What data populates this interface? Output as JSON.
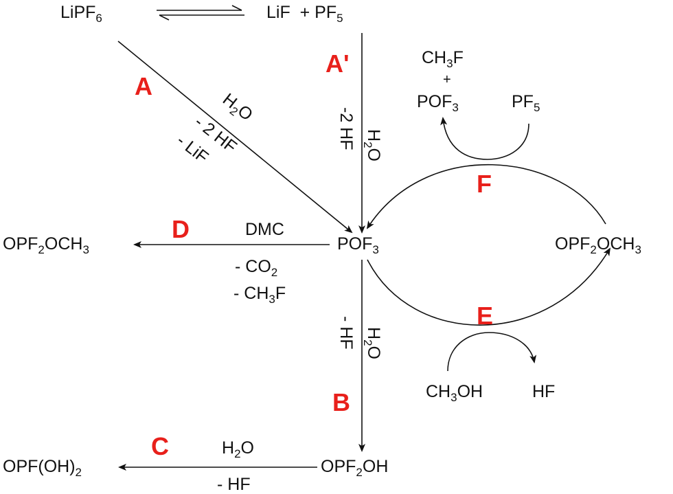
{
  "species": {
    "lipf6": "LiPF6",
    "lif_pf5": "LiF  + PF5",
    "ch3f": "CH3F",
    "plus": "+",
    "pof3_top": "POF3",
    "pf5_right": "PF5",
    "pof3_center": "POF3",
    "opf2och3_left": "OPF2OCH3",
    "opf2och3_right": "OPF2OCH3",
    "ch3oh": "CH3OH",
    "hf_right": "HF",
    "opf2oh": "OPF2OH",
    "opfoh2": "OPF(OH)2"
  },
  "conditions": {
    "a_h2o": "H2O",
    "a_minus_2hf": "- 2 HF",
    "a_minus_lif": "- LiF",
    "aprime_h2o": "H2O",
    "aprime_minus_2hf": "-2 HF",
    "d_dmc": "DMC",
    "d_minus_co2": "- CO2",
    "d_minus_ch3f": "- CH3F",
    "b_h2o": "H2O",
    "b_minus_hf": "- HF",
    "c_h2o": "H2O",
    "c_minus_hf": "- HF"
  },
  "labels": {
    "a": "A",
    "aprime": "A'",
    "b": "B",
    "c": "C",
    "d": "D",
    "e": "E",
    "f": "F"
  },
  "colors": {
    "label": "#e8201b",
    "ink": "#111111"
  }
}
